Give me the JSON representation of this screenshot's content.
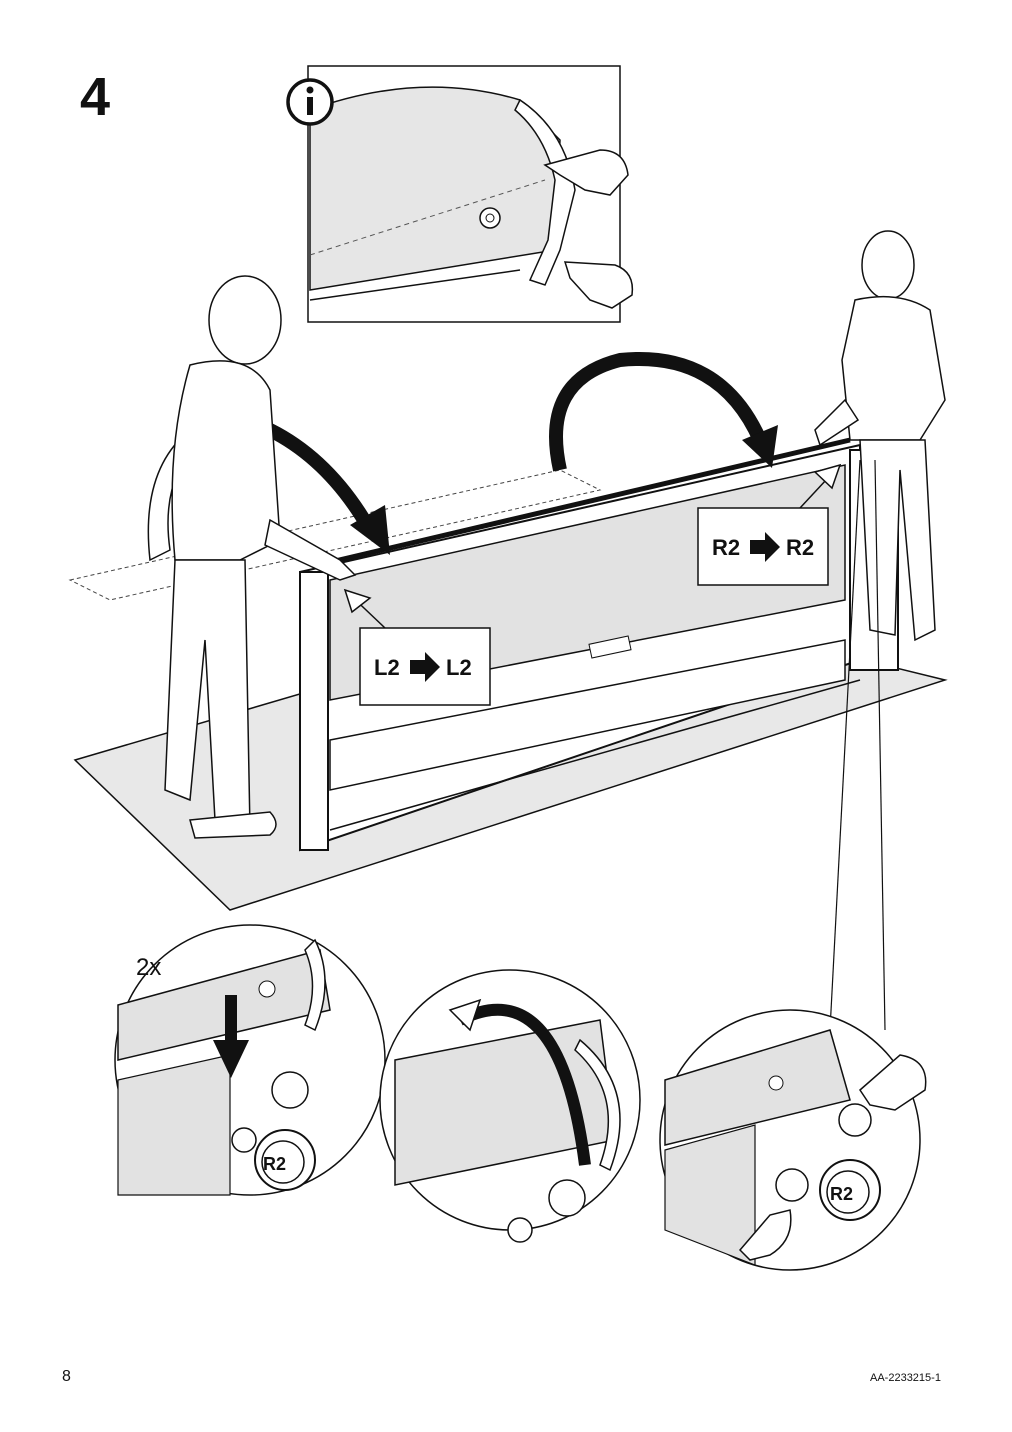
{
  "step": {
    "number": "4"
  },
  "callouts": {
    "left_from": "L2",
    "left_to": "L2",
    "right_from": "R2",
    "right_to": "R2"
  },
  "detail": {
    "count": "2x",
    "knob_label_a": "R2",
    "knob_label_b": "R2"
  },
  "footer": {
    "page_number": "8",
    "doc_code": "AA-2233215-1"
  },
  "icons": {
    "info": "info-circle-icon",
    "arrow": "right-arrow-icon"
  }
}
